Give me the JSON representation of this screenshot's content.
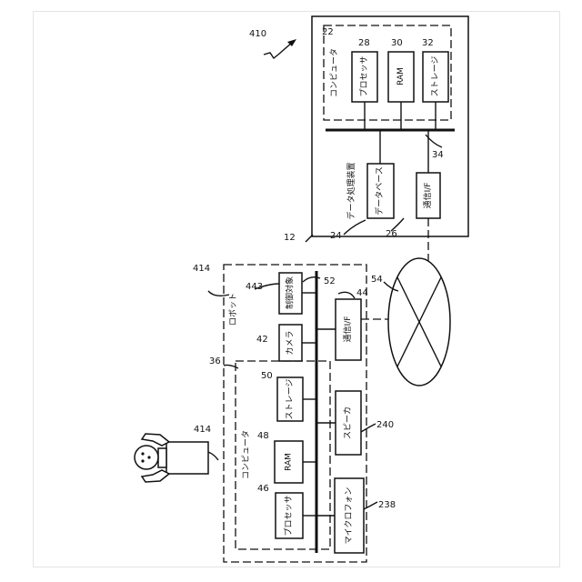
{
  "server": {
    "figure_ref": "410",
    "device_label": "データ処理装置",
    "device_ref": "12",
    "computer_label": "コンピュータ",
    "computer_ref": "22",
    "processor_label": "プロセッサ",
    "processor_ref": "28",
    "ram_label": "RAM",
    "ram_ref": "30",
    "storage_label": "ストレージ",
    "storage_ref": "32",
    "bus_ref": "34",
    "database_label": "データベース",
    "database_ref": "24",
    "comm_label": "通信I/F",
    "comm_ref": "26"
  },
  "network": {
    "ref": "54"
  },
  "robot": {
    "label": "ロボット",
    "ref": "414",
    "computer_label": "コンピュータ",
    "computer_ref": "36",
    "processor_label": "プロセッサ",
    "processor_ref": "46",
    "ram_label": "RAM",
    "ram_ref": "48",
    "storage_label": "ストレージ",
    "storage_ref": "50",
    "bus_ref": "52",
    "camera_label": "カメラ",
    "camera_ref": "42",
    "control_label": "制御対象",
    "control_ref": "443",
    "comm_label": "通信I/F",
    "comm_ref": "44",
    "speaker_label": "スピーカ",
    "speaker_ref": "240",
    "mic_label": "マイクロフォン",
    "mic_ref": "238",
    "figure_ref": "414"
  }
}
